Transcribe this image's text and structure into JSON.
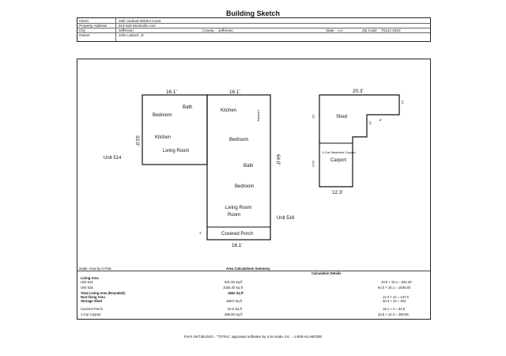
{
  "title": "Building Sketch",
  "header": {
    "client_label": "Client",
    "client": "34th Judicial District Court",
    "address_label": "Property Address",
    "address": "514-516 Montcello Ave",
    "city_label": "City",
    "city": "Jefferson",
    "county_label": "County",
    "county": "Jefferson",
    "state_label": "State",
    "state": "LA",
    "zip_label": "Zip Code",
    "zip": "70121-4019",
    "owner_label": "Owner",
    "owner": "John Laburn, Jr"
  },
  "sketch": {
    "unit514": {
      "name": "Unit 514",
      "width": "16.1'",
      "height": "33.0'",
      "rooms": [
        "Bath",
        "Bedroom",
        "Kitchen",
        "Living Room"
      ]
    },
    "unit516": {
      "name": "Unit 516",
      "width": "16.1'",
      "height": "64.0'",
      "bottom_width": "16.1'",
      "rooms": [
        "Kitchen",
        "Laundry",
        "Bedroom",
        "Bath",
        "Bedroom",
        "Living Room"
      ],
      "porch": "Covered Porch",
      "porch_dim": "4'"
    },
    "detached": {
      "width": "20.3'",
      "bottom_width": "12.3'",
      "left_upper": "22'",
      "left_lower": "23.5'",
      "right_upper": "21'",
      "notch_width": "8'",
      "notch_height": "21'",
      "shed": "Shed",
      "carport": "1-Car Detached Carport"
    }
  },
  "calc": {
    "scale_note": "Scale: Area by Ar Pub",
    "section_title": "Area Calculations Summary",
    "details_title": "Calculation Details",
    "rows": [
      {
        "label": "Living Area",
        "bold": true,
        "value": "",
        "detail": ""
      },
      {
        "label": "Unit 514",
        "bold": false,
        "value": "531.30 Sq ft",
        "detail": "33.0 × 16.1 = 531.30"
      },
      {
        "label": "Unit 516",
        "bold": false,
        "value": "1030.40 Sq ft",
        "detail": "64.0 × 16.1 = 1030.40"
      },
      {
        "label": "Total Living Area (Rounded):",
        "bold": true,
        "value": "1562 Sq ft",
        "detail": ""
      },
      {
        "label": "Non-living Area",
        "bold": true,
        "value": "",
        "detail": "12.3 × 12 = 147.6"
      },
      {
        "label": "Storage Shed",
        "bold": false,
        "value": "168.0 Sq ft",
        "detail": "20.3 × 10 = 203"
      },
      {
        "label": "Covered Porch",
        "bold": false,
        "value": "64.5 Sq ft",
        "detail": "16.1 × 4 = 64.5"
      },
      {
        "label": "1-Car Carport",
        "bold": false,
        "value": "289.05 Sq ft",
        "detail": "23.5 × 12.3 = 289.05"
      }
    ]
  },
  "footer": "Form SKT.BLDSG - \"TOTAL\" appraisal software by a la mode, inc. - 1-800-ALAMODE"
}
